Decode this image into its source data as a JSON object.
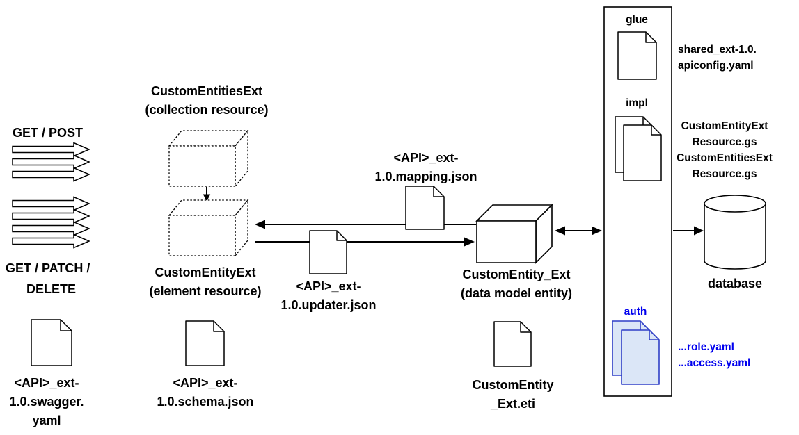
{
  "colors": {
    "auth_accent": "#0000ee",
    "auth_doc_stroke": "#2f3fc7",
    "auth_doc_fill": "#dbe6f7",
    "line": "#000000",
    "background": "#ffffff"
  },
  "icons": {
    "document-icon": "page-with-folded-corner",
    "cube-icon": "3d-box",
    "dotted-cube-icon": "dashed-3d-box",
    "database-icon": "cylinder",
    "request-arrow-icon": "outlined-block-arrow-right"
  },
  "left": {
    "get_post": "GET / POST",
    "get_patch_delete": [
      "GET / PATCH /",
      "DELETE"
    ],
    "swagger_file": [
      "<API>_ext-",
      "1.0.swagger.",
      "yaml"
    ]
  },
  "resources": {
    "collection": [
      "CustomEntitiesExt",
      "(collection resource)"
    ],
    "element": [
      "CustomEntityExt",
      "(element resource)"
    ],
    "schema_file": [
      "<API>_ext-",
      "1.0.schema.json"
    ]
  },
  "mappings": {
    "mapping_file": [
      "<API>_ext-",
      "1.0.mapping.json"
    ],
    "updater_file": [
      "<API>_ext-",
      "1.0.updater.json"
    ]
  },
  "entity": {
    "data_model": [
      "CustomEntity_Ext",
      "(data model entity)"
    ],
    "eti_file": [
      "CustomEntity",
      "_Ext.eti"
    ]
  },
  "container": {
    "glue_label": "glue",
    "glue_file": [
      "shared_ext-1.0.",
      "apiconfig.yaml"
    ],
    "impl_label": "impl",
    "impl_files": [
      "CustomEntityExt",
      "Resource.gs",
      "CustomEntitiesExt",
      "Resource.gs"
    ],
    "auth_label": "auth",
    "auth_files": [
      "...role.yaml",
      "...access.yaml"
    ]
  },
  "database": {
    "label": "database"
  }
}
